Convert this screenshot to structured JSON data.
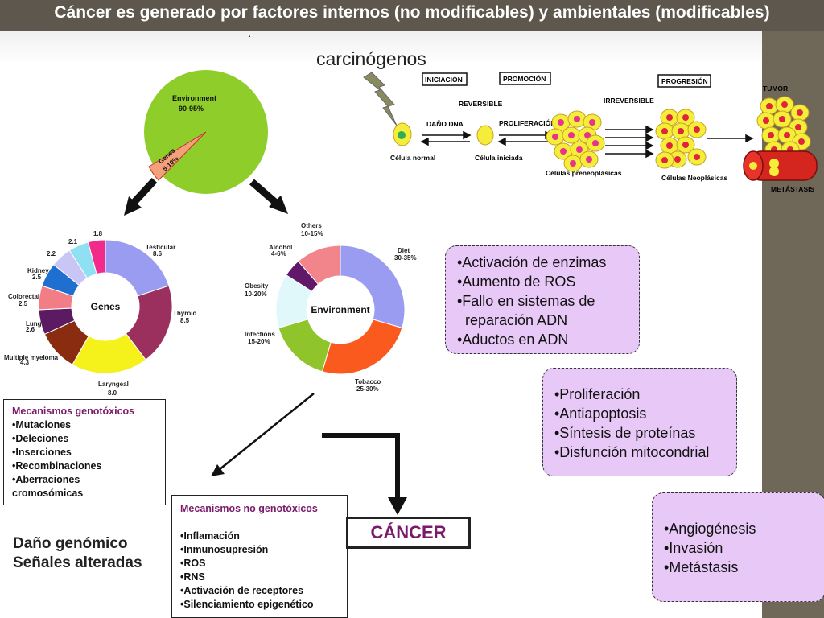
{
  "title": "Cáncer es generado por factores internos (no modificables) y ambientales (modificables)",
  "dot": "·",
  "carcinogens_label": "carcinógenos",
  "env_pie": {
    "environment_label": "Environment",
    "environment_pct": "90-95%",
    "genes_label": "Genes",
    "genes_pct": "5-10%"
  },
  "stages": {
    "iniciacion": "INICIACIÓN",
    "promocion": "PROMOCIÓN",
    "progresion": "PROGRESIÓN",
    "tumor": "TUMOR",
    "reversible": "REVERSIBLE",
    "irreversible": "IRREVERSIBLE",
    "dano_dna": "DAÑO DNA",
    "proliferacion": "PROLIFERACIÓN",
    "cell_normal": "Célula normal",
    "cell_iniciada": "Célula iniciada",
    "cell_preneo": "Células preneoplásicas",
    "cell_neo": "Células Neoplásicas",
    "metastasis": "METÁSTASIS"
  },
  "chart_data": [
    {
      "type": "donut",
      "center_label": "Genes",
      "categories": [
        "Testicular",
        "Thyroid",
        "Laryngeal",
        "Multiple myeloma",
        "Lung",
        "Colorectal",
        "Kidney",
        "",
        "",
        ""
      ],
      "values": [
        8.6,
        8.5,
        8.0,
        4.3,
        2.6,
        2.5,
        2.5,
        2.2,
        2.1,
        1.8
      ],
      "value_labels": [
        "8.6",
        "8.5",
        "8.0",
        "4.3",
        "2.6",
        "2.5",
        "2.5",
        "2.2",
        "2.1",
        "1.8"
      ],
      "colors": [
        "#9a9cf2",
        "#9b2f5e",
        "#f4f21a",
        "#8a2c10",
        "#5c1a63",
        "#f27d84",
        "#1e6fd0",
        "#c9c6f6",
        "#8fe0f2",
        "#f22a8a"
      ]
    },
    {
      "type": "donut",
      "center_label": "Environment",
      "categories": [
        "Diet",
        "Tobacco",
        "Infections",
        "Obesity",
        "Alcohol",
        "Others"
      ],
      "values": [
        32.5,
        27.5,
        17.5,
        15,
        5,
        12.5
      ],
      "value_labels": [
        "30-35%",
        "25-30%",
        "15-20%",
        "10-20%",
        "4-6%",
        "10-15%"
      ],
      "colors": [
        "#9a9cf2",
        "#fb5a1f",
        "#8fc42a",
        "#e0f8fa",
        "#62186a",
        "#f2858c"
      ]
    }
  ],
  "geno_box": {
    "title": "Mecanismos genotóxicos",
    "items": [
      "•Mutaciones",
      "•Deleciones",
      "•Inserciones",
      "•Recombinaciones",
      "•Aberraciones cromosómicas"
    ]
  },
  "nogeno_box": {
    "title": "Mecanismos no genotóxicos",
    "items": [
      "•Inflamación",
      "•Inmunosupresión",
      "•ROS",
      "•RNS",
      "•Activación de receptores",
      "•Silenciamiento epigenético"
    ]
  },
  "cancer_label": "CÁNCER",
  "dano_lines": [
    "Daño genómico",
    "Señales alteradas"
  ],
  "lav1": [
    "•Activación de enzimas",
    "•Aumento de ROS",
    "•Fallo en sistemas de",
    "  reparación ADN",
    "•Aductos en ADN"
  ],
  "lav2": [
    "•Proliferación",
    "•Antiapoptosis",
    "•Síntesis de proteínas",
    "•Disfunción mitocondrial"
  ],
  "lav3": [
    "•Angiogénesis",
    "•Invasión",
    "•Metástasis"
  ]
}
